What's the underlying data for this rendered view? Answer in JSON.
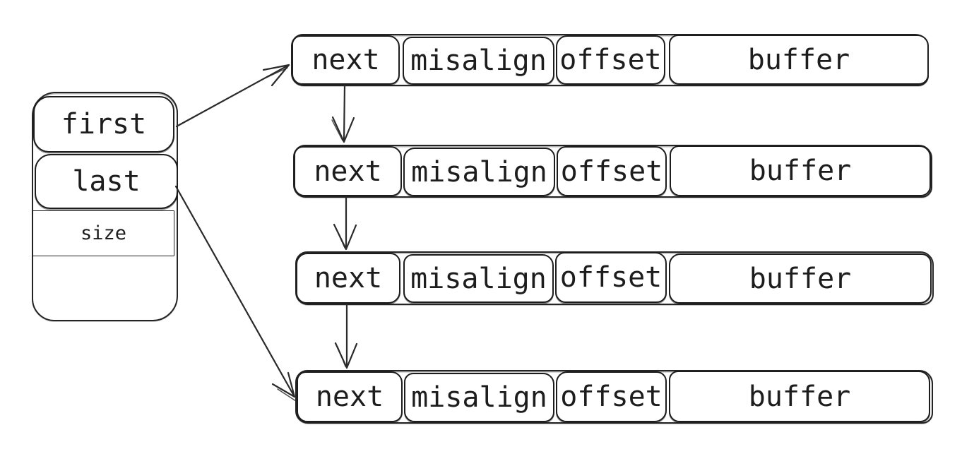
{
  "colors": {
    "stroke": "#1d1d1d",
    "background": "#ffffff"
  },
  "list_struct": {
    "fields": [
      {
        "label": "first"
      },
      {
        "label": "last"
      },
      {
        "label": "size"
      },
      {
        "label": ""
      }
    ]
  },
  "nodes": [
    {
      "cells": [
        {
          "label": "next"
        },
        {
          "label": "misalign"
        },
        {
          "label": "offset"
        },
        {
          "label": "buffer"
        }
      ]
    },
    {
      "cells": [
        {
          "label": "next"
        },
        {
          "label": "misalign"
        },
        {
          "label": "offset"
        },
        {
          "label": "buffer"
        }
      ]
    },
    {
      "cells": [
        {
          "label": "next"
        },
        {
          "label": "misalign"
        },
        {
          "label": "offset"
        },
        {
          "label": "buffer"
        }
      ]
    },
    {
      "cells": [
        {
          "label": "next"
        },
        {
          "label": "misalign"
        },
        {
          "label": "offset"
        },
        {
          "label": "buffer"
        }
      ]
    }
  ],
  "edges": [
    {
      "from": "first",
      "to": "node-1"
    },
    {
      "from": "node-1-next",
      "to": "node-2"
    },
    {
      "from": "node-2-next",
      "to": "node-3"
    },
    {
      "from": "node-3-next",
      "to": "node-4"
    },
    {
      "from": "last",
      "to": "node-4"
    }
  ]
}
